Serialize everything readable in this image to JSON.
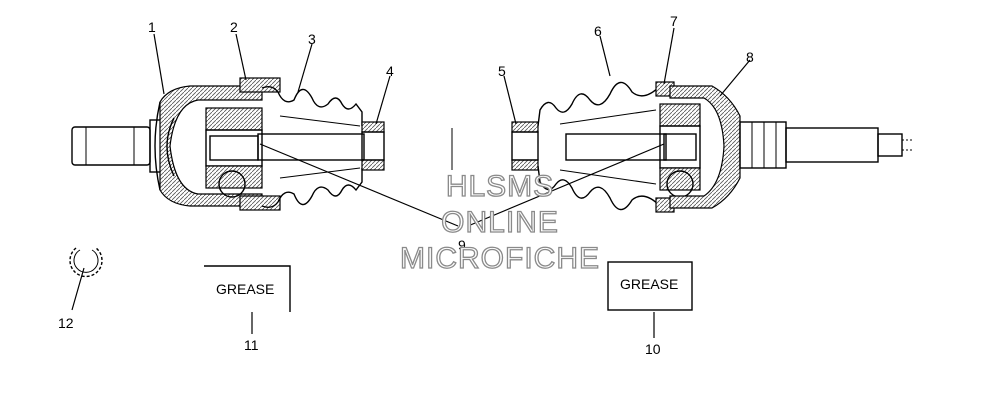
{
  "callouts": {
    "c1": "1",
    "c2": "2",
    "c3": "3",
    "c4": "4",
    "c5": "5",
    "c6": "6",
    "c7": "7",
    "c8": "8",
    "c9": "9",
    "c10": "10",
    "c11": "11",
    "c12": "12"
  },
  "grease_labels": {
    "item10": "GREASE",
    "item11": "GREASE"
  },
  "watermark": {
    "line1": "HLSMS",
    "line2": "ONLINE",
    "line3": "MICROFICHE"
  }
}
